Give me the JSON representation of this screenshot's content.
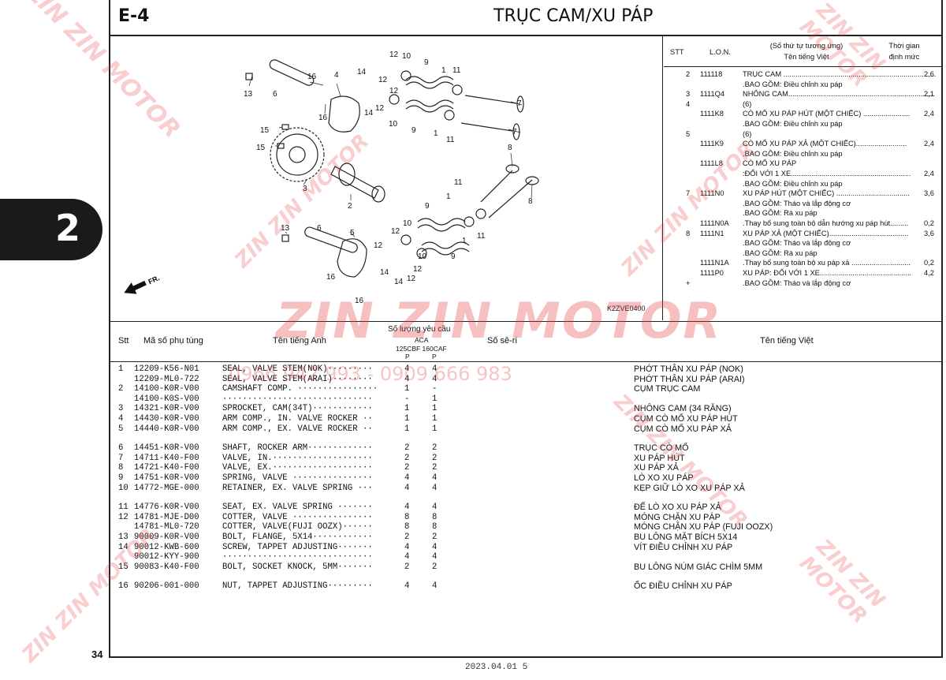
{
  "header": {
    "section_code": "E-4",
    "title": "TRỤC CAM/XU PÁP"
  },
  "side_tab": {
    "number": "2"
  },
  "page_number": "34",
  "footer_text": "2023.04.01        5",
  "diagram": {
    "figure_code": "K2ZVE0400",
    "fr_label": "FR.",
    "callouts": [
      "12",
      "10",
      "9",
      "1",
      "11",
      "14",
      "12",
      "12",
      "14",
      "12",
      "10",
      "9",
      "1",
      "11",
      "7",
      "7",
      "13",
      "6",
      "16",
      "4",
      "16",
      "15",
      "15",
      "3",
      "2",
      "8",
      "8",
      "11",
      "1",
      "9",
      "10",
      "12",
      "12",
      "14",
      "14",
      "12",
      "12",
      "10",
      "9",
      "1",
      "11",
      "13",
      "6",
      "5",
      "16",
      "16"
    ]
  },
  "right_panel": {
    "headers": {
      "stt": "STT",
      "lon": "L.O.N.",
      "seq": "(Số thứ tự tương ứng)",
      "name_vn": "Tên tiếng Việt",
      "time": "Thời gian",
      "time2": "định mức"
    },
    "rows": [
      {
        "stt": "2",
        "lon": "111118",
        "desc": "TRỤC CAM ...........................................................................",
        "val": "2,6"
      },
      {
        "stt": "",
        "lon": "",
        "desc": ".BAO GỒM: Điều chỉnh xu páp",
        "val": ""
      },
      {
        "stt": "3",
        "lon": "1111Q4",
        "desc": "NHÔNG CAM........................................................................",
        "val": "2,1"
      },
      {
        "stt": "4",
        "lon": "",
        "desc": "(6)",
        "val": ""
      },
      {
        "stt": "",
        "lon": "1111K8",
        "desc": "CÒ MỔ XU PÁP HÚT (MỘT CHIẾC) .......................",
        "val": "2,4"
      },
      {
        "stt": "",
        "lon": "",
        "desc": ".BAO GỒM: Điều chỉnh xu páp",
        "val": ""
      },
      {
        "stt": "5",
        "lon": "",
        "desc": "(6)",
        "val": ""
      },
      {
        "stt": "",
        "lon": "1111K9",
        "desc": "CÒ MỔ XU PÁP XẢ (MỘT CHIẾC).........................",
        "val": "2,4"
      },
      {
        "stt": "",
        "lon": "",
        "desc": ".BAO GỒM: Điều chỉnh xu páp",
        "val": ""
      },
      {
        "stt": "",
        "lon": "1111L8",
        "desc": "CÒ MỔ XU PÁP",
        "val": ""
      },
      {
        "stt": "",
        "lon": "",
        "desc": ":ĐỐI VỚI 1 XE...........................................................",
        "val": "2,4"
      },
      {
        "stt": "",
        "lon": "",
        "desc": ".BAO GỒM: Điều chỉnh xu páp",
        "val": ""
      },
      {
        "stt": "7",
        "lon": "1111N0",
        "desc": "XU PÁP HÚT (MỘT CHIẾC) ....................................",
        "val": "3,6"
      },
      {
        "stt": "",
        "lon": "",
        "desc": ".BAO GỒM: Tháo và lắp động cơ",
        "val": ""
      },
      {
        "stt": "",
        "lon": "",
        "desc": ".BAO GỒM: Rà xu páp",
        "val": ""
      },
      {
        "stt": "",
        "lon": "1111N0A",
        "desc": ".Thay bổ sung toàn bộ dẫn hướng xu páp hút.........",
        "val": "0,2"
      },
      {
        "stt": "8",
        "lon": "1111N1",
        "desc": "XU PÁP XẢ (MỘT CHIẾC).......................................",
        "val": "3,6"
      },
      {
        "stt": "",
        "lon": "",
        "desc": ".BAO GỒM: Tháo và lắp động cơ",
        "val": ""
      },
      {
        "stt": "",
        "lon": "",
        "desc": ".BAO GỒM: Rà xu páp",
        "val": ""
      },
      {
        "stt": "",
        "lon": "1111N1A",
        "desc": ".Thay bổ sung toàn bộ xu páp xả .............................",
        "val": "0,2"
      },
      {
        "stt": "",
        "lon": "1111P0",
        "desc": "XU PÁP: ĐỐI VỚI 1 XE.............................................",
        "val": "4,2"
      },
      {
        "stt": "+",
        "lon": "",
        "desc": ".BAO GỒM: Tháo và lắp động cơ",
        "val": ""
      }
    ]
  },
  "table_header": {
    "stt": "Stt",
    "part_no": "Mã số phụ tùng",
    "name_en": "Tên tiếng Anh",
    "qty": "Số lượng yêu cầu",
    "aca": "ACA",
    "models": "125CBF 160CAF",
    "p1": "P",
    "p2": "P",
    "serial": "Số sê-ri",
    "name_vn": "Tên tiếng Việt"
  },
  "parts": [
    {
      "no": "1",
      "part": "12209-K56-N01",
      "en": "SEAL, VALVE STEM(NOK)·········",
      "q1": "4",
      "q2": "4",
      "vn": "PHỚT THÂN XU PÁP (NOK)"
    },
    {
      "no": "",
      "part": "12209-ML0-722",
      "en": "SEAL, VALVE STEM(ARAI)········",
      "q1": "4",
      "q2": "4",
      "vn": "PHỚT THÂN XU PÁP (ARAI)"
    },
    {
      "no": "2",
      "part": "14100-K0R-V00",
      "en": "CAMSHAFT COMP. ················",
      "q1": "1",
      "q2": "-",
      "vn": "CỤM TRỤC CAM"
    },
    {
      "no": "",
      "part": "14100-K0S-V00",
      "en": "······························",
      "q1": "-",
      "q2": "1",
      "vn": ""
    },
    {
      "no": "3",
      "part": "14321-K0R-V00",
      "en": "SPROCKET, CAM(34T)············",
      "q1": "1",
      "q2": "1",
      "vn": "NHÔNG CAM (34 RĂNG)"
    },
    {
      "no": "4",
      "part": "14430-K0R-V00",
      "en": "ARM COMP., IN. VALVE ROCKER ··",
      "q1": "1",
      "q2": "1",
      "vn": "CỤM CÒ MỔ XU PÁP HÚT"
    },
    {
      "no": "5",
      "part": "14440-K0R-V00",
      "en": "ARM COMP., EX. VALVE ROCKER ··",
      "q1": "1",
      "q2": "1",
      "vn": "CỤM CÒ MỔ XU PÁP XẢ"
    },
    {
      "no": "6",
      "part": "14451-K0R-V00",
      "en": "SHAFT, ROCKER ARM·············",
      "q1": "2",
      "q2": "2",
      "vn": "TRỤC CÒ MỔ"
    },
    {
      "no": "7",
      "part": "14711-K40-F00",
      "en": "VALVE, IN.····················",
      "q1": "2",
      "q2": "2",
      "vn": "XU PÁP HÚT"
    },
    {
      "no": "8",
      "part": "14721-K40-F00",
      "en": "VALVE, EX.····················",
      "q1": "2",
      "q2": "2",
      "vn": "XU PÁP XẢ"
    },
    {
      "no": "9",
      "part": "14751-K0R-V00",
      "en": "SPRING, VALVE ················",
      "q1": "4",
      "q2": "4",
      "vn": "LÒ XO XU PÁP"
    },
    {
      "no": "10",
      "part": "14772-MGE-000",
      "en": "RETAINER, EX. VALVE SPRING ···",
      "q1": "4",
      "q2": "4",
      "vn": "KẸP GIỮ LÒ XO XU PÁP XẢ"
    },
    {
      "no": "11",
      "part": "14776-K0R-V00",
      "en": "SEAT, EX. VALVE SPRING ·······",
      "q1": "4",
      "q2": "4",
      "vn": "ĐẾ LÒ XO XU PÁP XẢ"
    },
    {
      "no": "12",
      "part": "14781-MJE-D00",
      "en": "COTTER, VALVE ················",
      "q1": "8",
      "q2": "8",
      "vn": "MÓNG CHẶN XU PÁP"
    },
    {
      "no": "",
      "part": "14781-ML0-720",
      "en": "COTTER, VALVE(FUJI OOZX)······",
      "q1": "8",
      "q2": "8",
      "vn": "MÓNG CHẶN XU PÁP (FUJI OOZX)"
    },
    {
      "no": "13",
      "part": "90009-K0R-V00",
      "en": "BOLT, FLANGE, 5X14············",
      "q1": "2",
      "q2": "2",
      "vn": "BU LÔNG MẶT BÍCH 5X14"
    },
    {
      "no": "14",
      "part": "90012-KWB-600",
      "en": "SCREW, TAPPET ADJUSTING·······",
      "q1": "4",
      "q2": "4",
      "vn": "VÍT ĐIỀU CHỈNH XU PÁP"
    },
    {
      "no": "",
      "part": "90012-KYY-900",
      "en": "······························",
      "q1": "4",
      "q2": "4",
      "vn": ""
    },
    {
      "no": "15",
      "part": "90083-K40-F00",
      "en": "BOLT, SOCKET KNOCK, 5MM·······",
      "q1": "2",
      "q2": "2",
      "vn": "BU LÔNG NÚM GIÁC CHÌM 5MM"
    },
    {
      "no": "16",
      "part": "90206-001-000",
      "en": "NUT, TAPPET ADJUSTING·········",
      "q1": "4",
      "q2": "4",
      "vn": "ỐC ĐIỀU CHỈNH XU PÁP"
    }
  ],
  "watermark": {
    "brand": "ZIN ZIN MOTOR",
    "phone": "0966 942 993 - 0909 666 983",
    "color": "#e23b3b"
  }
}
